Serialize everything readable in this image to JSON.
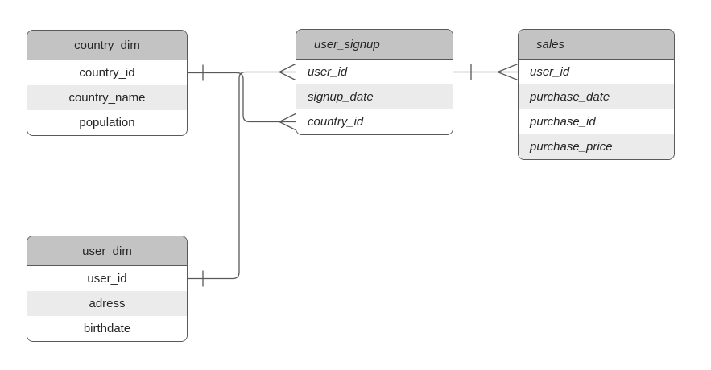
{
  "diagram": {
    "type": "entity-relationship",
    "background": "#ffffff",
    "colors": {
      "header_fill": "#c3c3c3",
      "row_fill": "#ffffff",
      "row_alt_fill": "#ebebeb",
      "border": "#595959",
      "connector": "#595959",
      "text": "#262626"
    },
    "tables": [
      {
        "title": "country_dim",
        "text_style": "plain-centered",
        "columns": [
          "country_id",
          "country_name",
          "population"
        ]
      },
      {
        "title": "user_signup",
        "text_style": "italic-left",
        "columns": [
          "user_id",
          "signup_date",
          "country_id"
        ]
      },
      {
        "title": "sales",
        "text_style": "italic-left",
        "columns": [
          "user_id",
          "purchase_date",
          "purchase_id",
          "purchase_price"
        ]
      },
      {
        "title": "user_dim",
        "text_style": "plain-centered",
        "columns": [
          "user_id",
          "adress",
          "birthdate"
        ]
      }
    ],
    "relationships": [
      {
        "from_table": "country_dim",
        "from_column": "country_id",
        "to_table": "user_signup",
        "to_column": "country_id",
        "from_cardinality": "one",
        "to_cardinality": "many"
      },
      {
        "from_table": "user_dim",
        "from_column": "user_id",
        "to_table": "user_signup",
        "to_column": "user_id",
        "from_cardinality": "one",
        "to_cardinality": "many"
      },
      {
        "from_table": "user_signup",
        "from_column": "user_id",
        "to_table": "sales",
        "to_column": "user_id",
        "from_cardinality": "one",
        "to_cardinality": "many"
      }
    ]
  }
}
